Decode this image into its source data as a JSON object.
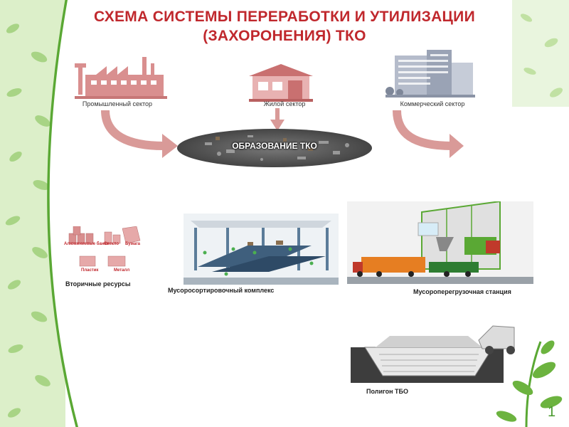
{
  "title": {
    "line1": "СХЕМА СИСТЕМЫ ПЕРЕРАБОТКИ И УТИЛИЗАЦИИ",
    "line2": "(ЗАХОРОНЕНИЯ) ТКО"
  },
  "sources": {
    "industrial": "Промышленный сектор",
    "residential": "Жилой сектор",
    "commercial": "Коммерческий сектор"
  },
  "center": {
    "label": "ОБРАЗОВАНИЕ ТКО"
  },
  "secondary_resources": {
    "caption": "Вторичные ресурсы",
    "items": [
      "Алюминиевые банки",
      "Стекло",
      "Бумага",
      "Пластик",
      "Металл"
    ]
  },
  "sorting_complex": {
    "caption": "Мусоросортировочный комплекс"
  },
  "transfer_station": {
    "caption": "Мусороперегрузочная станция"
  },
  "landfill": {
    "caption": "Полигон ТБО"
  },
  "page_number": "1",
  "colors": {
    "title": "#c0282d",
    "arrow": "#d99a98",
    "building_pink": "#d98f8f",
    "building_gray": "#9aa3b5",
    "leaf_green": "#6cb33f"
  }
}
